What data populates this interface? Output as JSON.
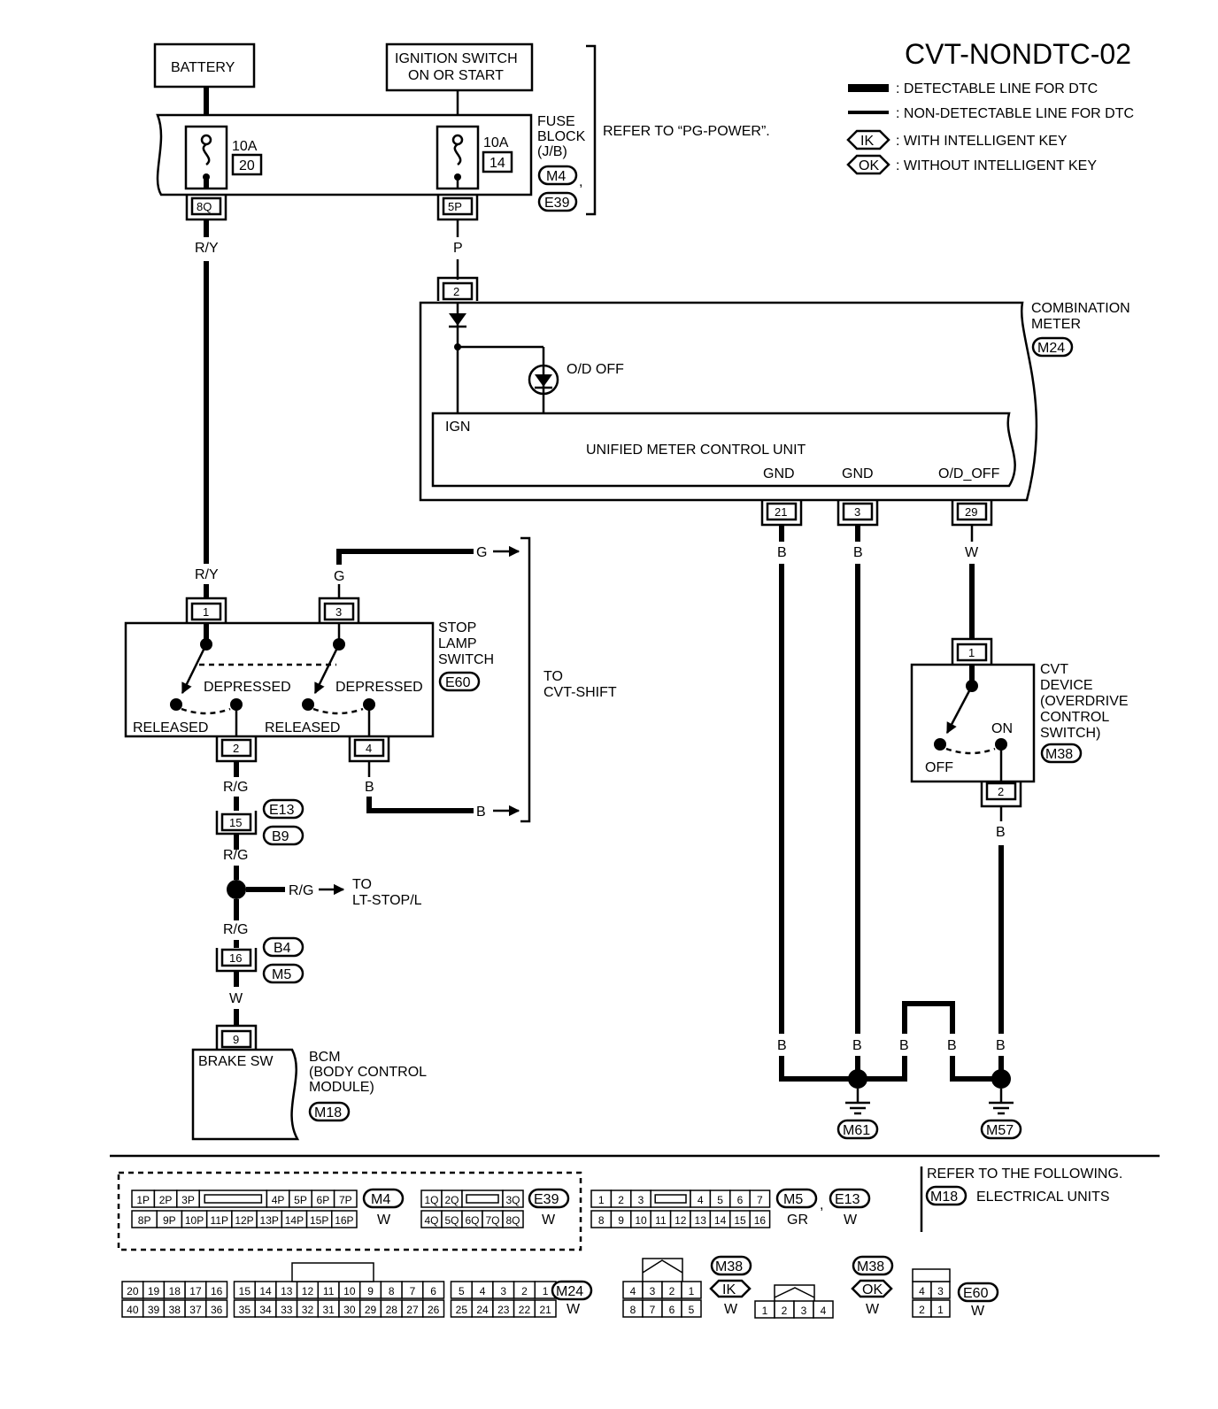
{
  "title": "CVT-NONDTC-02",
  "legend": {
    "detectable": ": DETECTABLE LINE FOR DTC",
    "non_detectable": ": NON-DETECTABLE LINE FOR DTC",
    "ik_tag": "IK",
    "ik_text": ": WITH INTELLIGENT KEY",
    "ok_tag": "OK",
    "ok_text": ": WITHOUT INTELLIGENT KEY"
  },
  "power": {
    "battery": "BATTERY",
    "ignition_line1": "IGNITION SWITCH",
    "ignition_line2": "ON OR START",
    "fuse1_amp": "10A",
    "fuse1_no": "20",
    "fuse2_amp": "10A",
    "fuse2_no": "14",
    "fuse_block_l1": "FUSE",
    "fuse_block_l2": "BLOCK",
    "fuse_block_l3": "(J/B)",
    "fuse_conn1": "M4",
    "fuse_conn2": "E39",
    "comma": ",",
    "refer": "REFER TO “PG-POWER”.",
    "term_8q": "8Q",
    "term_5p": "5P"
  },
  "wires": {
    "ry": "R/Y",
    "p": "P",
    "g": "G",
    "b": "B",
    "rg": "R/G",
    "w": "W"
  },
  "meter": {
    "name_l1": "COMBINATION",
    "name_l2": "METER",
    "conn": "M24",
    "od_off": "O/D OFF",
    "ign": "IGN",
    "unit": "UNIFIED METER CONTROL UNIT",
    "gnd1": "GND",
    "gnd2": "GND",
    "odoff_term": "O/D_OFF",
    "pin_in": "2",
    "pin21": "21",
    "pin3": "3",
    "pin29": "29"
  },
  "stop_lamp": {
    "l1": "STOP",
    "l2": "LAMP",
    "l3": "SWITCH",
    "conn": "E60",
    "depressed": "DEPRESSED",
    "released": "RELEASED",
    "pin1": "1",
    "pin3": "3",
    "pin2": "2",
    "pin4": "4",
    "to_l1": "TO",
    "to_l2": "CVT-SHIFT"
  },
  "joint": {
    "pin15": "15",
    "c_e13": "E13",
    "c_b9": "B9",
    "to_l1": "TO",
    "to_l2": "LT-STOP/L",
    "pin16": "16",
    "c_b4": "B4",
    "c_m5": "M5"
  },
  "bcm": {
    "pin9": "9",
    "brake_sw": "BRAKE SW",
    "l1": "BCM",
    "l2": "(BODY CONTROL",
    "l3": "MODULE)",
    "conn": "M18"
  },
  "cvt_device": {
    "l1": "CVT",
    "l2": "DEVICE",
    "l3": "(OVERDRIVE",
    "l4": "CONTROL",
    "l5": "SWITCH)",
    "conn": "M38",
    "on": "ON",
    "off": "OFF",
    "pin1": "1",
    "pin2": "2"
  },
  "grounds": {
    "g1": "M61",
    "g2": "M57"
  },
  "connectors": {
    "m4_top": [
      "1P",
      "2P",
      "3P",
      "4P",
      "5P",
      "6P",
      "7P"
    ],
    "m4_bot": [
      "8P",
      "9P",
      "10P",
      "11P",
      "12P",
      "13P",
      "14P",
      "15P",
      "16P"
    ],
    "m4_tag": "M4",
    "m4_color": "W",
    "e39_top": [
      "1Q",
      "2Q",
      "3Q"
    ],
    "e39_bot": [
      "4Q",
      "5Q",
      "6Q",
      "7Q",
      "8Q"
    ],
    "e39_tag": "E39",
    "e39_color": "W",
    "m5_top": [
      "1",
      "2",
      "3",
      "4",
      "5",
      "6",
      "7"
    ],
    "m5_bot": [
      "8",
      "9",
      "10",
      "11",
      "12",
      "13",
      "14",
      "15",
      "16"
    ],
    "m5_tag": "M5",
    "m5_color": "GR",
    "e13_tag": "E13",
    "e13_color": "W",
    "refer_l1": "REFER TO THE FOLLOWING.",
    "refer_tag": "M18",
    "refer_l2": "ELECTRICAL UNITS",
    "m24_top": [
      "20",
      "19",
      "18",
      "17",
      "16",
      "15",
      "14",
      "13",
      "12",
      "11",
      "10",
      "9",
      "8",
      "7",
      "6",
      "5",
      "4",
      "3",
      "2",
      "1"
    ],
    "m24_bot": [
      "40",
      "39",
      "38",
      "37",
      "36",
      "35",
      "34",
      "33",
      "32",
      "31",
      "30",
      "29",
      "28",
      "27",
      "26",
      "25",
      "24",
      "23",
      "22",
      "21"
    ],
    "m24_tag": "M24",
    "m24_color": "W",
    "m38ik_top": [
      "4",
      "3",
      "2",
      "1"
    ],
    "m38ik_bot": [
      "8",
      "7",
      "6",
      "5"
    ],
    "m38_tag": "M38",
    "ik_tag": "IK",
    "m38ik_color": "W",
    "m38ok": [
      "1",
      "2",
      "3",
      "4"
    ],
    "ok_tag": "OK",
    "m38ok_color": "W",
    "e60_top": [
      "4",
      "3"
    ],
    "e60_bot": [
      "2",
      "1"
    ],
    "e60_tag": "E60",
    "e60_color": "W"
  }
}
